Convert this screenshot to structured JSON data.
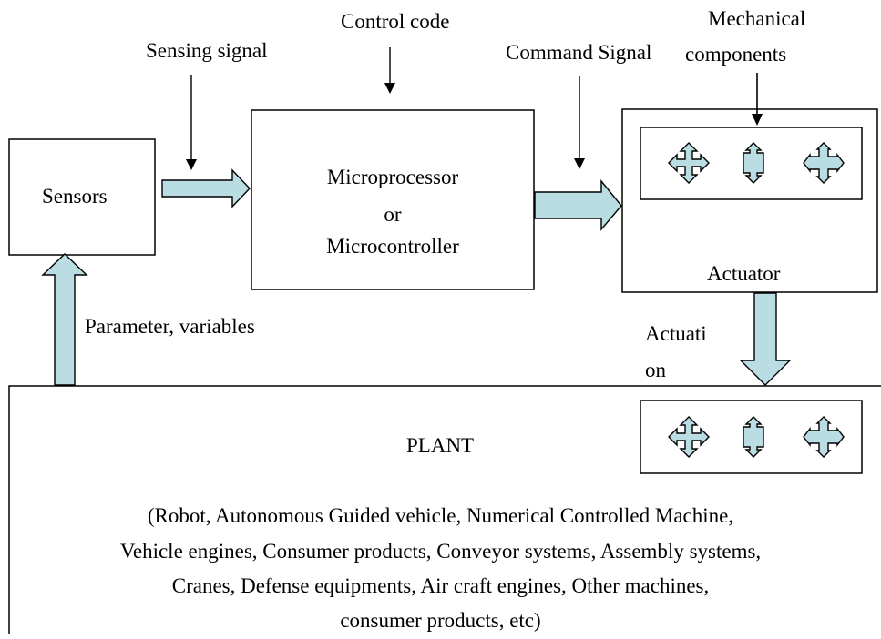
{
  "labels": {
    "control_code": "Control code",
    "sensing_signal": "Sensing signal",
    "command_signal": "Command Signal",
    "mechanical_line1": "Mechanical",
    "mechanical_line2": "components",
    "sensors": "Sensors",
    "micro_line1": "Microprocessor",
    "micro_line2": "or",
    "micro_line3": "Microcontroller",
    "actuator": "Actuator",
    "parameter": "Parameter, variables",
    "actuation_line1": "Actuati",
    "actuation_line2": "on",
    "plant": "PLANT",
    "plant_desc_line1": "(Robot, Autonomous Guided vehicle, Numerical Controlled Machine,",
    "plant_desc_line2": "Vehicle engines, Consumer products, Conveyor systems, Assembly systems,",
    "plant_desc_line3": "Cranes, Defense equipments, Air craft engines, Other machines,",
    "plant_desc_line4": "consumer products, etc)"
  },
  "icons": [
    "four-way-arrow-icon",
    "two-way-arrow-icon",
    "cross-shape-icon"
  ],
  "colors": {
    "arrow_fill": "#b9dde3",
    "stroke": "#000000"
  }
}
